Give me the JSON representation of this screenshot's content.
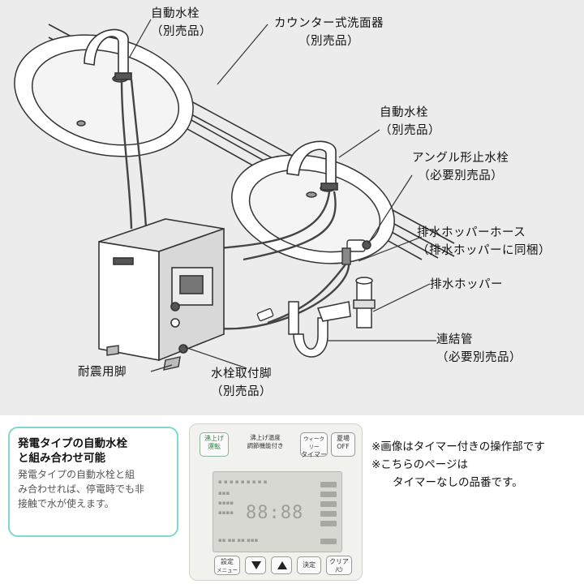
{
  "callouts": {
    "auto_faucet_1": {
      "name": "自動水栓",
      "sub": "（別売品）"
    },
    "counter_basin": {
      "name": "カウンター式洗面器",
      "sub": "（別売品）"
    },
    "auto_faucet_2": {
      "name": "自動水栓",
      "sub": "（別売品）"
    },
    "angle_stop_valve": {
      "name": "アングル形止水栓",
      "sub": "（必要別売品）"
    },
    "drain_hopper_hose": {
      "name": "排水ホッパーホース",
      "sub": "（排水ホッパーに同梱）"
    },
    "drain_hopper": {
      "name": "排水ホッパー"
    },
    "connecting_pipe": {
      "name": "連結管",
      "sub": "（必要別売品）"
    },
    "seismic_leg": {
      "name": "耐震用脚"
    },
    "faucet_mount_leg": {
      "name": "水栓取付脚",
      "sub": "（別売品）"
    }
  },
  "feature": {
    "title_line1": "発電タイプの自動水栓",
    "title_line2": "と組み合わせ可能",
    "body_line1": "発電タイプの自動水栓と組",
    "body_line2": "み合わせれば、停電時でも非",
    "body_line3": "接触で水が使えます。"
  },
  "panel": {
    "btn_heat_top": "沸上げ",
    "btn_heat_bottom": "運転",
    "temp_label_1": "沸上げ温度",
    "temp_label_2": "調節機能付き",
    "btn_weekly_top": "ウィークリー",
    "btn_weekly_bottom": "タイマー",
    "btn_summer_top": "夏場",
    "btn_summer_bottom": "OFF",
    "lcd_digits": "88:88",
    "btn_settings_top": "設定",
    "btn_settings_bottom": "メニュー",
    "btn_confirm": "決定",
    "btn_clear_top": "クリア",
    "btn_clear_bottom": "/⏻"
  },
  "notes": {
    "line1": "※画像はタイマー付きの操作部です",
    "line2": "※こちらのページは",
    "line3": "タイマーなしの品番です。"
  }
}
